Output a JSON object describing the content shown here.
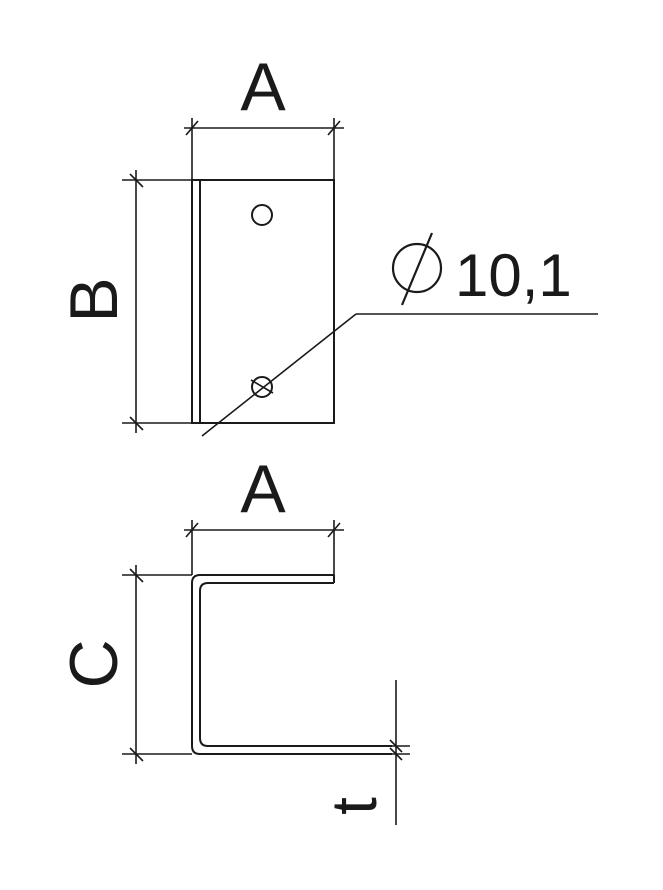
{
  "labels": {
    "top_width": "A",
    "height": "B",
    "bottom_width": "A",
    "depth": "C",
    "thickness": "t"
  },
  "callout": {
    "diameter_symbol": "∅",
    "hole_diameter": "10,1"
  },
  "colors": {
    "line": "#1a1a1a",
    "background": "#ffffff"
  }
}
